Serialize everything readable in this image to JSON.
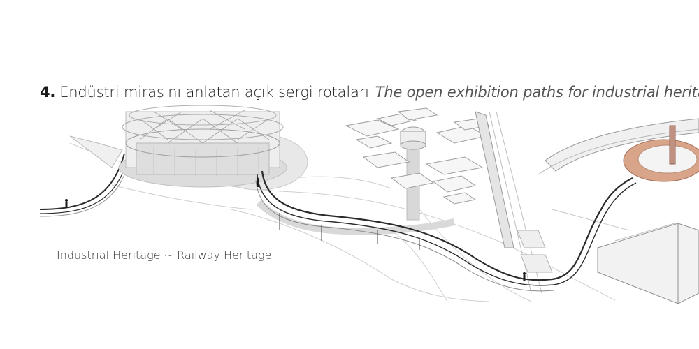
{
  "heading": {
    "number": "4.",
    "title_tr": "Endüstri mirasını anlatan açık sergi rotaları",
    "title_en": "The open exhibition paths for industrial heritage"
  },
  "caption": "Industrial Heritage ~ Railway Heritage",
  "colors": {
    "line": "#6f6f6f",
    "light_line": "#bdbdbd",
    "shadow": "#d9d9d9",
    "walkway": "#2b2b2b",
    "ring_accent": "#d9a58a",
    "ring_inner": "#b07f66"
  }
}
